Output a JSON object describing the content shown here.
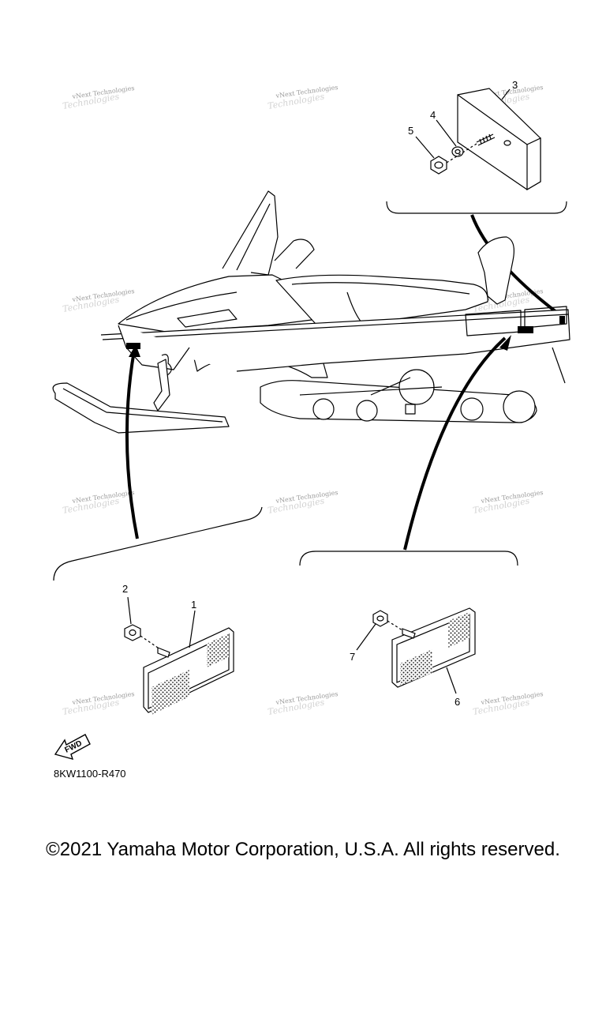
{
  "diagram": {
    "part_numbers": {
      "p1": "1",
      "p2": "2",
      "p3": "3",
      "p4": "4",
      "p5": "5",
      "p6": "6",
      "p7": "7"
    },
    "fwd_label": "FWD",
    "diagram_code": "8KW1100-R470",
    "watermark_line1": "vNext Technologies",
    "watermark_line2": "Technologies"
  },
  "footer": {
    "copyright": "©2021 Yamaha Motor Corporation, U.S.A. All rights reserved."
  }
}
